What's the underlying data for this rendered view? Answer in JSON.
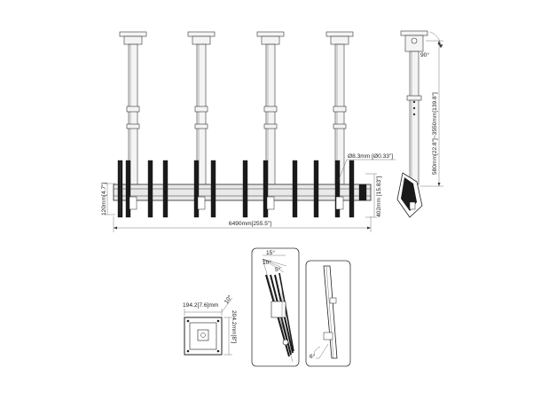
{
  "front_view": {
    "total_width_label": "6490mm[255.5\"]",
    "bar_height_label": "120mm[4.7\"]",
    "bracket_depth_label": "402mm [15.83\"]",
    "hole_label": "Ø8.3mm [Ø0.33\"]"
  },
  "side_view": {
    "height_label": "580mm[22.8\"]~3550mm[139.8\"]",
    "rotation_label": "90°"
  },
  "plate_view": {
    "width_label": "194.2[7.6]mm",
    "height_label": "204.2mm[8\"]",
    "angle_label": "10°"
  },
  "tilt_view": {
    "angle_1": "15°",
    "angle_2": "10°",
    "angle_3": "5°"
  },
  "tilt_view_2": {
    "angle": "6°"
  }
}
